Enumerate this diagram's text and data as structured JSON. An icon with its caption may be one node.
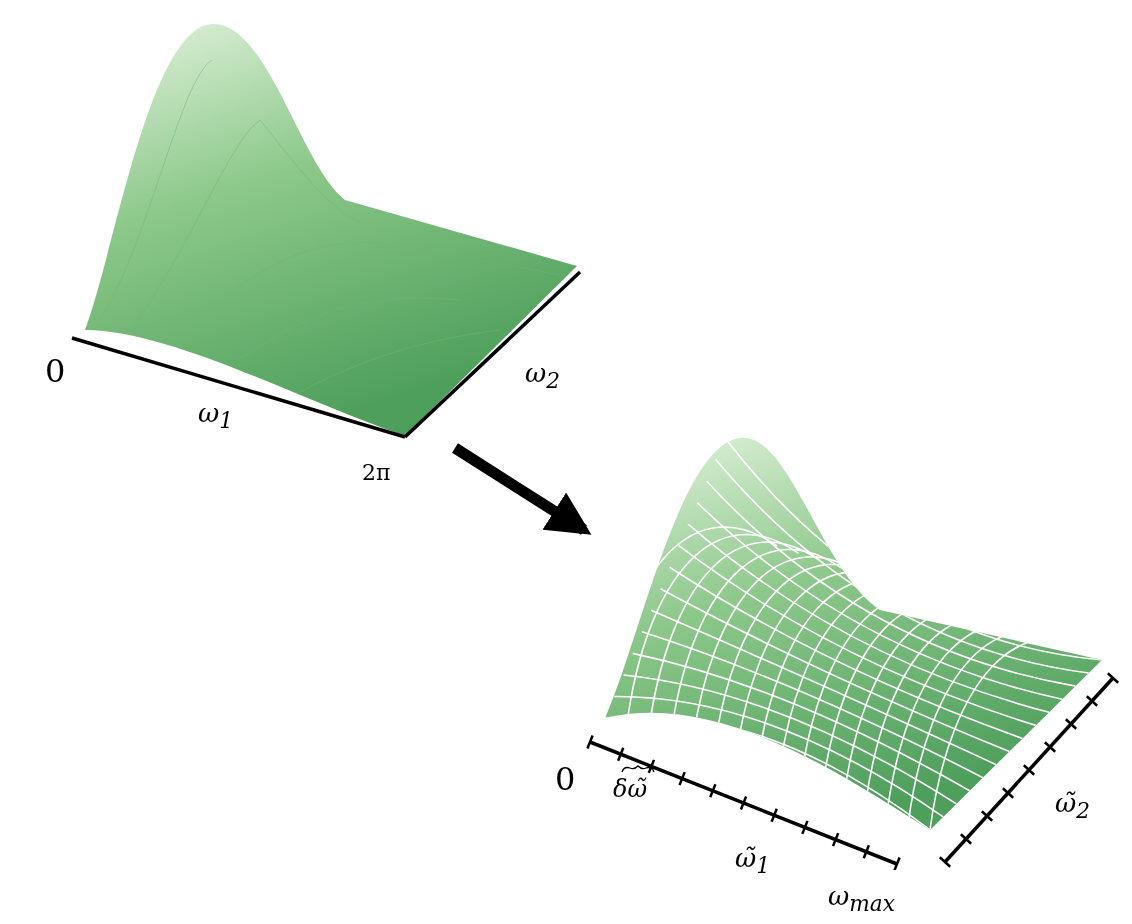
{
  "diagram": {
    "nodes": [
      {
        "text": [],
        "shape": "picture"
      },
      {
        "text": [],
        "shape": "picture"
      }
    ],
    "edges": [
      {
        "from": 0,
        "to": 1,
        "arrow": "to"
      }
    ],
    "labels": [
      "0",
      "ω$_{1}$",
      "ω$_{2}$",
      "2π",
      "0",
      "δω̃",
      "ω̃$_{1}$",
      "ω̃$_{2}$",
      "ω$_{max}$"
    ]
  }
}
